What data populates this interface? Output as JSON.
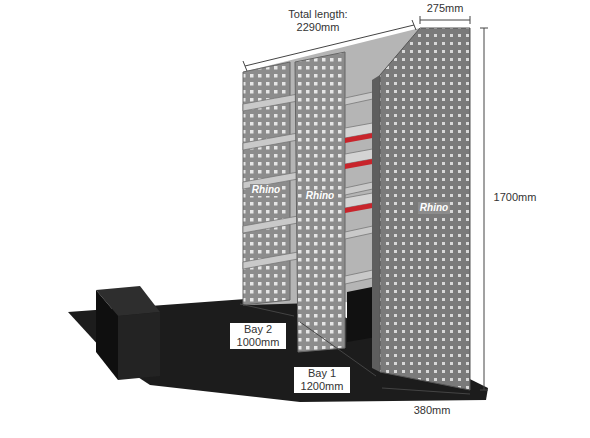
{
  "diagram": {
    "labels": [
      "Total length: 2290mm",
      "275mm",
      "1700mm",
      "Rhino",
      "Rhino",
      "Rhino",
      "Bay 2 1000mm",
      "Bay 1 1200mm",
      "380mm"
    ]
  }
}
